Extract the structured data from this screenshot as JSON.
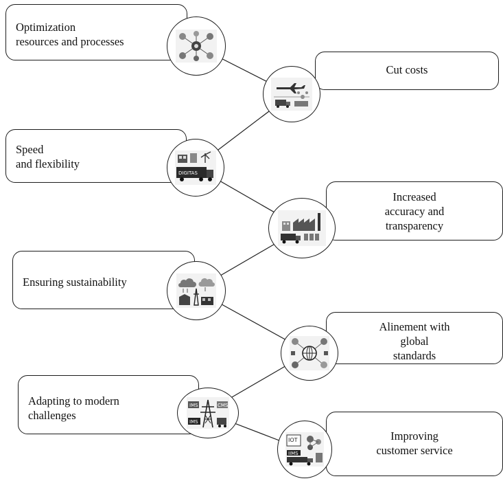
{
  "diagram": {
    "left_items": [
      {
        "label": "Optimization\nresources and processes",
        "icon": "network-gears-icon"
      },
      {
        "label": "Speed\nand flexibility",
        "icon": "digitas-truck-icon"
      },
      {
        "label": "Ensuring sustainability",
        "icon": "cloud-factory-icon"
      },
      {
        "label": "Adapting to modern\nchallenges",
        "icon": "power-tower-ims-icon"
      }
    ],
    "right_items": [
      {
        "label": "Cut costs",
        "icon": "airplane-logistics-icon"
      },
      {
        "label": "Increased\naccuracy and\ntransparency",
        "icon": "factory-truck-icon"
      },
      {
        "label": "Alinement with\nglobal\nstandards",
        "icon": "global-network-icon"
      },
      {
        "label": "Improving\ncustomer service",
        "icon": "iot-truck-icon"
      }
    ],
    "icon_texts": {
      "digitas": "DIGITAS",
      "ims": "IMS",
      "cms": "CMS",
      "iot": "IOT",
      "iims": "IIMS"
    }
  }
}
